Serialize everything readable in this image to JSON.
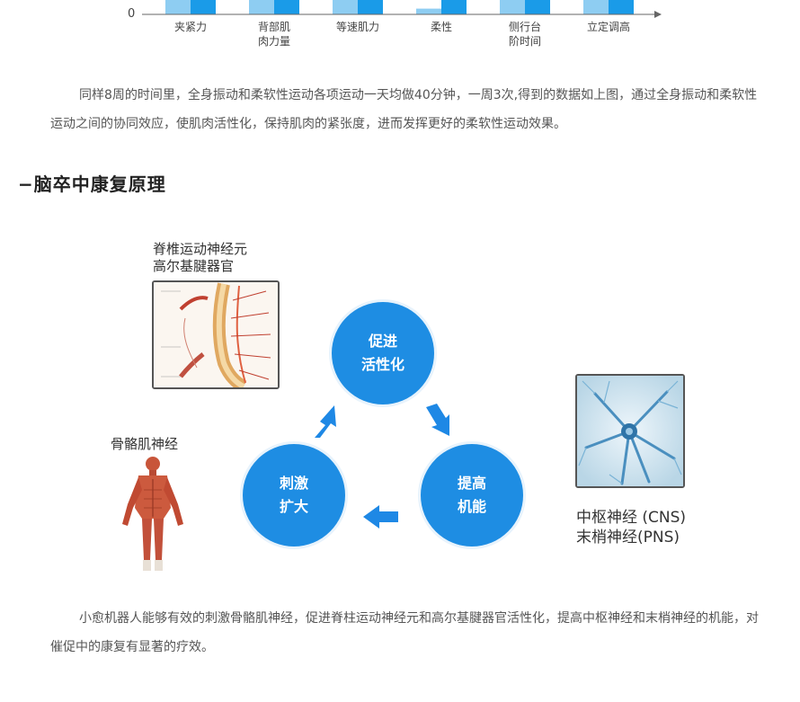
{
  "chart_data": {
    "type": "bar",
    "categories": [
      "夹紧力",
      "背部肌\n肉力量",
      "等速肌力",
      "柔性",
      "侧行台\n阶时间",
      "立定调高"
    ],
    "series": [
      {
        "values": [
          20,
          20,
          20,
          8,
          20,
          20
        ]
      },
      {
        "values": [
          20,
          20,
          20,
          20,
          20,
          20
        ]
      }
    ],
    "y_tick_label": "0",
    "colors": [
      "#8ecdf2",
      "#1a9be8"
    ]
  },
  "paragraph1": "同样8周的时间里，全身振动和柔软性运动各项运动一天均做40分钟，一周3次,得到的数据如上图，通过全身振动和柔软性运动之间的协同效应，使肌肉活性化，保持肌肉的紧张度，进而发挥更好的柔软性运动效果。",
  "section_title": "−脑卒中康复原理",
  "diagram": {
    "circle_top": "促进\n活性化",
    "circle_right": "提高\n机能",
    "circle_left": "刺激\n扩大",
    "label_spine": "脊椎运动神经元\n高尔基腱器官",
    "label_muscle": "骨骼肌神经",
    "label_neuron": "中枢神经 (CNS)\n末梢神经(PNS)",
    "circle_color": "#1e8de3",
    "arrow_color": "#1e88e5"
  },
  "paragraph2": "小愈机器人能够有效的刺激骨骼肌神经，促进脊柱运动神经元和高尔基腱器官活性化，提高中枢神经和末梢神经的机能，对催促中的康复有显著的疗效。"
}
